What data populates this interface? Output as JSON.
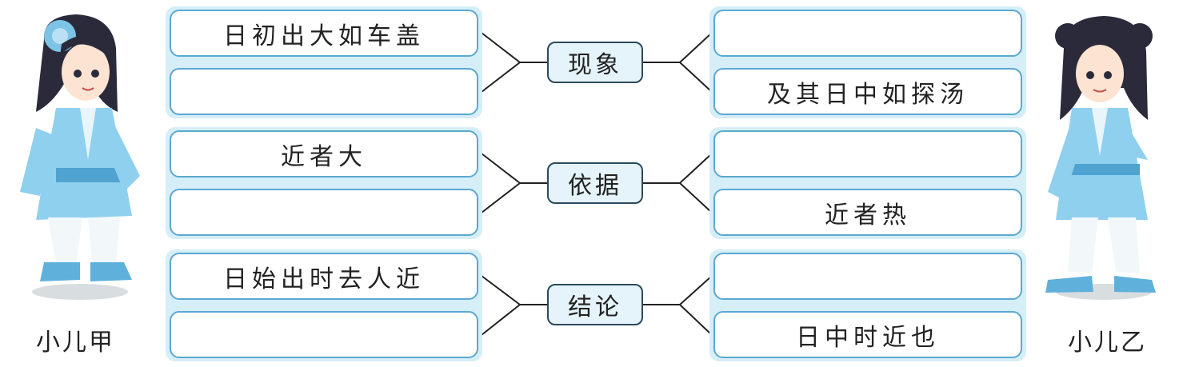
{
  "characters": {
    "left": {
      "name": "小儿甲"
    },
    "right": {
      "name": "小儿乙"
    }
  },
  "rows": [
    {
      "center": "现象",
      "left": [
        "日初出大如车盖",
        ""
      ],
      "right": [
        "",
        "及其日中如探汤"
      ]
    },
    {
      "center": "依据",
      "left": [
        "近者大",
        ""
      ],
      "right": [
        "",
        "近者热"
      ]
    },
    {
      "center": "结论",
      "left": [
        "日始出时去人近",
        ""
      ],
      "right": [
        "",
        "日中时近也"
      ]
    }
  ],
  "colors": {
    "frame": "#d6eef8",
    "box_border": "#5aa9d0",
    "robe": "#8fd0ee",
    "hair": "#2a2a3a"
  }
}
